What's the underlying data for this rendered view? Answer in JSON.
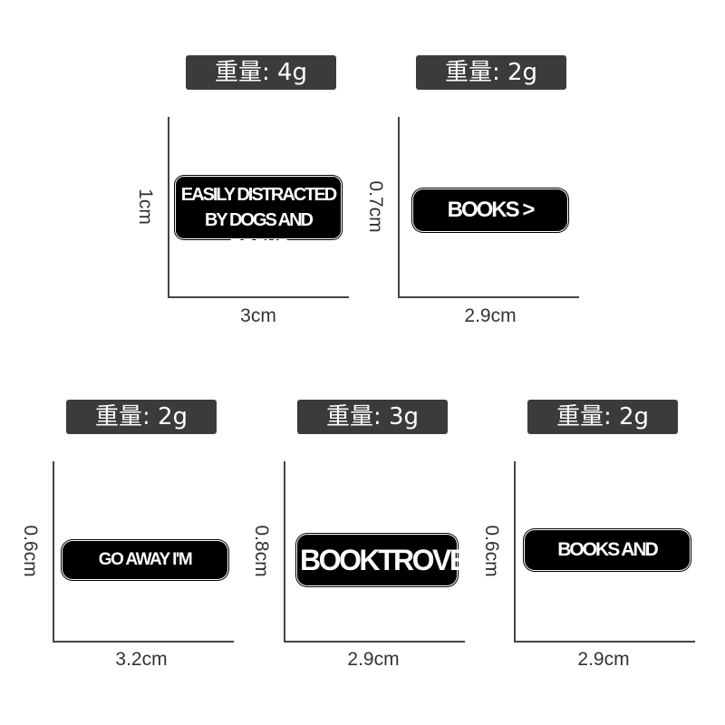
{
  "products": [
    {
      "weight_label": "重量: 4g",
      "pin_text": "EASILY DISTRACTED\nBY DOGS AND BOOKS",
      "height": "1cm",
      "width": "3cm"
    },
    {
      "weight_label": "重量: 2g",
      "pin_text": "BOOKS > PEOPLE",
      "height": "0.7cm",
      "width": "2.9cm"
    },
    {
      "weight_label": "重量: 2g",
      "pin_text": "GO AWAY I'M READING.",
      "height": "0.6cm",
      "width": "3.2cm"
    },
    {
      "weight_label": "重量: 3g",
      "pin_text": "BOOKTROVERT",
      "height": "0.8cm",
      "width": "2.9cm"
    },
    {
      "weight_label": "重量: 2g",
      "pin_text": "BOOKS AND COFFEE",
      "height": "0.6cm",
      "width": "2.9cm"
    }
  ],
  "colors": {
    "badge_background": "#3b3b3b",
    "badge_text": "#ffffff",
    "axis": "#444444",
    "pin_background": "#000000",
    "pin_text": "#ffffff",
    "dimension_text": "#333333"
  }
}
